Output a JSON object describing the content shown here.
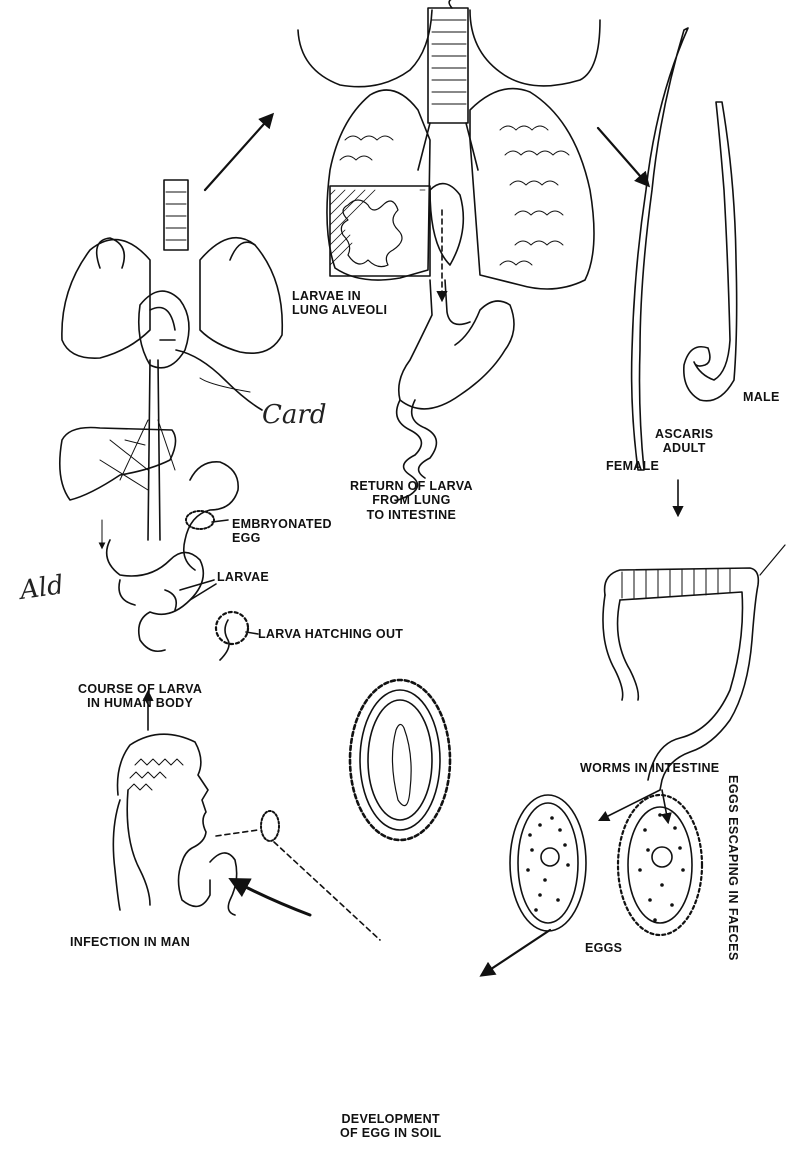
{
  "diagram": {
    "labels": {
      "larvae_in_lung_line1": "LARVAE IN",
      "larvae_in_lung_line2": "LUNG ALVEOLI",
      "return_of_larva_line1": "RETURN OF LARVA",
      "return_of_larva_line2": "FROM LUNG",
      "return_of_larva_line3": "TO INTESTINE",
      "male": "MALE",
      "ascaris_line1": "ASCARIS",
      "ascaris_line2": "ADULT",
      "female": "FEMALE",
      "embryonated_line1": "EMBRYONATED",
      "embryonated_line2": "EGG",
      "larvae": "LARVAE",
      "larva_hatching": "LARVA HATCHING OUT",
      "course_line1": "COURSE OF LARVA",
      "course_line2": "IN HUMAN BODY",
      "worms_in_intestine": "WORMS IN INTESTINE",
      "eggs_escaping": "EGGS ESCAPING IN FAECES",
      "eggs": "EGGS",
      "infection_in_man": "INFECTION IN MAN",
      "development_line1": "DEVELOPMENT",
      "development_line2": "OF EGG IN SOIL"
    },
    "handwriting": {
      "card": "Card",
      "side": "Ald"
    }
  }
}
